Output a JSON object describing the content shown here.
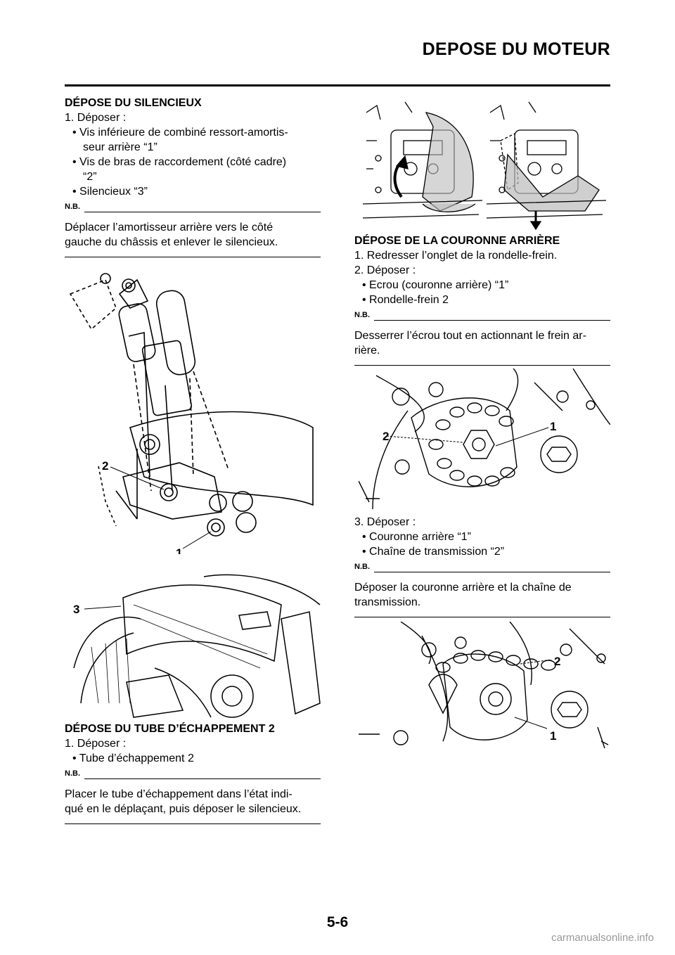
{
  "header": {
    "title": "DEPOSE DU MOTEUR"
  },
  "left": {
    "section1": {
      "heading": "DÉPOSE DU SILENCIEUX",
      "step1": "1.  Déposer :",
      "bullet1_a": "• Vis inférieure de combiné ressort-amortis-",
      "bullet1_b": "seur arrière “1”",
      "bullet2_a": "• Vis de bras de raccordement (côté cadre)",
      "bullet2_b": "“2”",
      "bullet3": "• Silencieux “3”",
      "nb_label": "N.B.",
      "note_a": "Déplacer l’amortisseur arrière vers le côté",
      "note_b": "gauche du châssis et enlever le silencieux."
    },
    "fig1_callouts": {
      "c1": "1",
      "c2": "2"
    },
    "fig2_callouts": {
      "c3": "3"
    },
    "section2": {
      "heading": "DÉPOSE DU TUBE D’ÉCHAPPEMENT 2",
      "step1": "1.  Déposer :",
      "bullet1": "• Tube d’échappement 2",
      "nb_label": "N.B.",
      "note_a": "Placer le tube d’échappement dans l’état indi-",
      "note_b": "qué en le déplaçant, puis déposer le silencieux."
    }
  },
  "right": {
    "section3": {
      "heading": "DÉPOSE DE LA COURONNE ARRIÈRE",
      "step1": "1.  Redresser l’onglet de la rondelle-frein.",
      "step2": "2.  Déposer :",
      "bullet1": "• Ecrou (couronne arrière) “1”",
      "bullet2": "• Rondelle-frein 2",
      "nb_label": "N.B.",
      "note_a": "Desserrer l’écrou tout en actionnant le frein ar-",
      "note_b": "rière."
    },
    "fig4_callouts": {
      "c1": "1",
      "c2": "2"
    },
    "section4": {
      "step3": "3.  Déposer :",
      "bullet1": "• Couronne arrière “1”",
      "bullet2": "• Chaîne de transmission “2”",
      "nb_label": "N.B.",
      "note_a": "Déposer la couronne arrière et la chaîne de",
      "note_b": "transmission."
    },
    "fig5_callouts": {
      "c1": "1",
      "c2": "2"
    }
  },
  "footer": {
    "page_number": "5-6",
    "watermark": "carmanualsonline.info"
  }
}
